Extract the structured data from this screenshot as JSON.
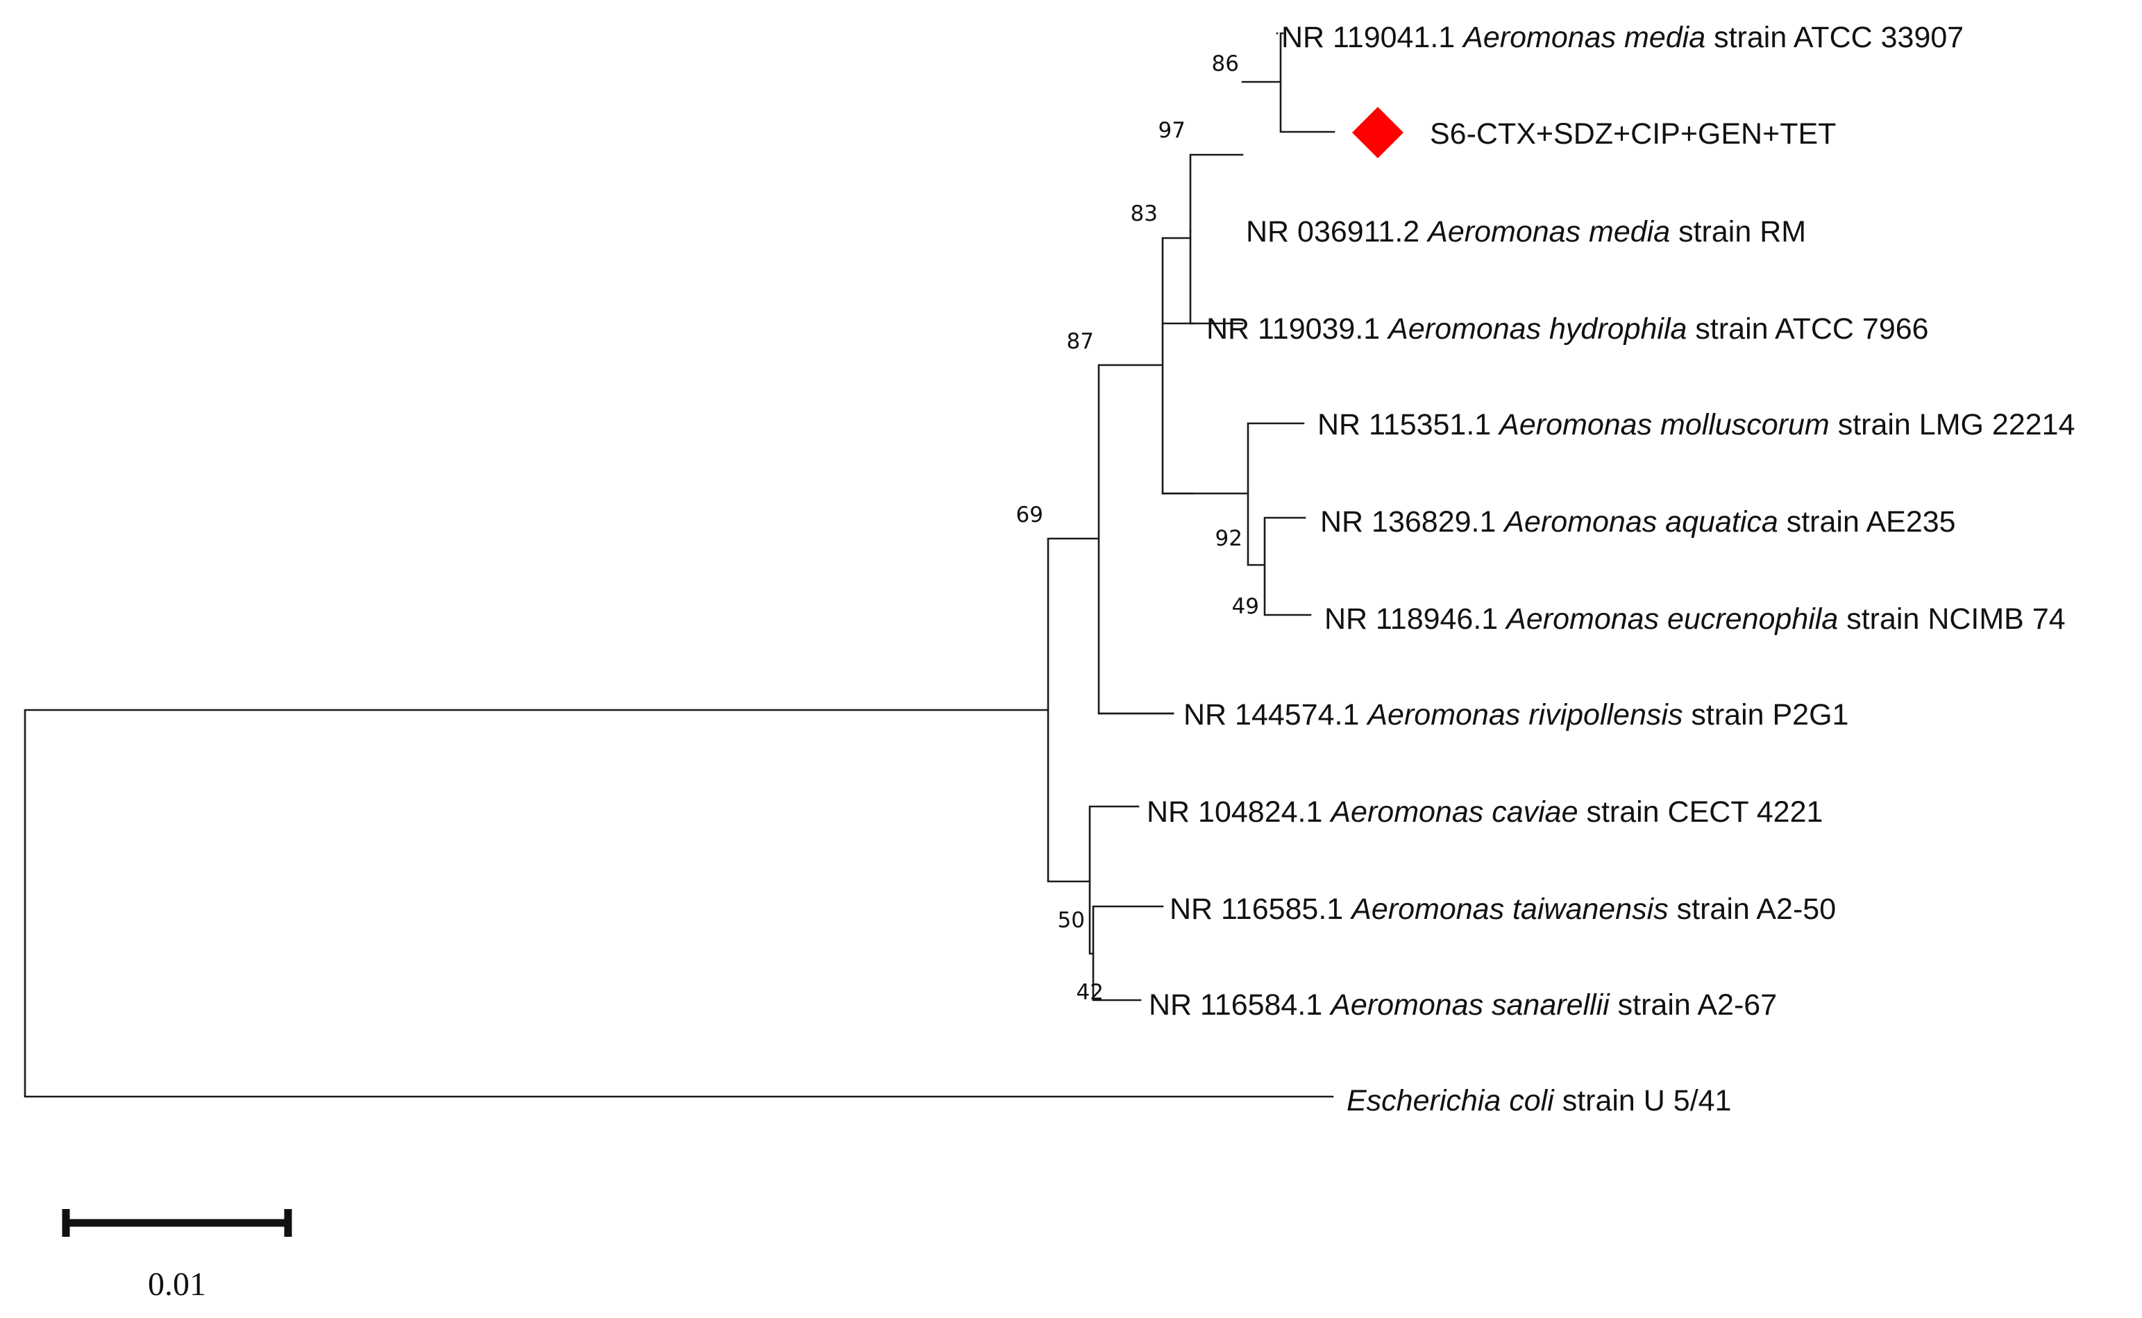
{
  "diagram": {
    "type": "phylogenetic-tree",
    "highlight_color": "#ff0000",
    "marker_icon": "red-diamond-icon",
    "leaves": [
      {
        "accession": "NR 119041.1",
        "species": "Aeromonas media",
        "strain": "strain ATCC 33907"
      },
      {
        "accession": "",
        "species": "",
        "strain": "S6-CTX+SDZ+CIP+GEN+TET"
      },
      {
        "accession": "NR 036911.2",
        "species": "Aeromonas media",
        "strain": "strain RM"
      },
      {
        "accession": "NR 119039.1",
        "species": "Aeromonas hydrophila",
        "strain": "strain ATCC 7966"
      },
      {
        "accession": "NR 115351.1",
        "species": "Aeromonas molluscorum",
        "strain": "strain LMG 22214"
      },
      {
        "accession": "NR 136829.1",
        "species": "Aeromonas aquatica",
        "strain": "strain AE235"
      },
      {
        "accession": "NR 118946.1",
        "species": "Aeromonas eucrenophila",
        "strain": "strain NCIMB 74"
      },
      {
        "accession": "NR 144574.1",
        "species": "Aeromonas rivipollensis",
        "strain": "strain P2G1"
      },
      {
        "accession": "NR 104824.1",
        "species": "Aeromonas caviae",
        "strain": "strain CECT 4221"
      },
      {
        "accession": "NR 116585.1",
        "species": "Aeromonas taiwanensis",
        "strain": "strain A2-50"
      },
      {
        "accession": "NR 116584.1",
        "species": "Aeromonas sanarellii",
        "strain": "strain A2-67"
      },
      {
        "accession": "",
        "species": "Escherichia coli",
        "strain": "strain U 5/41"
      }
    ],
    "bootstrap_values": [
      "86",
      "97",
      "83",
      "87",
      "69",
      "92",
      "49",
      "50",
      "42"
    ],
    "scale_bar": {
      "label": "0.01",
      "value": 0.01
    }
  }
}
